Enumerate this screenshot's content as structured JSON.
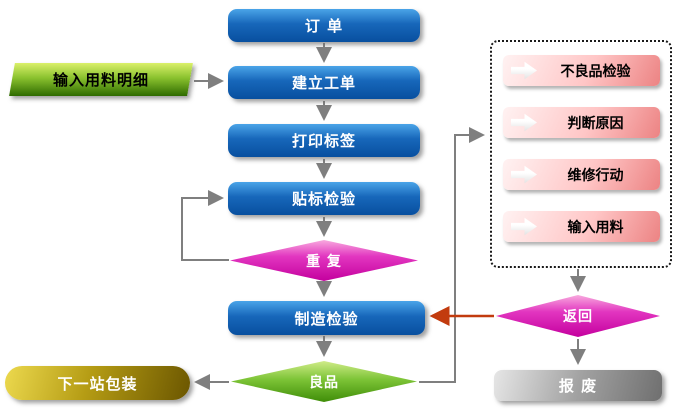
{
  "nodes": {
    "order": {
      "label": "订  单"
    },
    "input_material_details": {
      "label": "输入用料明细"
    },
    "create_work_order": {
      "label": "建立工单"
    },
    "print_label": {
      "label": "打印标签"
    },
    "label_inspection": {
      "label": "贴标检验"
    },
    "repeat": {
      "label": "重  复"
    },
    "manufacturing_inspection": {
      "label": "制造检验"
    },
    "good_product": {
      "label": "良品"
    },
    "next_station_packaging": {
      "label": "下一站包装"
    },
    "return": {
      "label": "返回"
    },
    "scrap": {
      "label": "报  废"
    }
  },
  "repair_steps": [
    {
      "label": "不良品检验"
    },
    {
      "label": "判断原因"
    },
    {
      "label": "维修行动"
    },
    {
      "label": "输入用料"
    }
  ],
  "colors": {
    "process_blue": "#0a57a6",
    "material_green": "#2f6b00",
    "diamond_magenta": "#c4009e",
    "diamond_green": "#3f8d08",
    "banner_pink": "#ec8383",
    "packaging_olive": "#6b5600",
    "scrap_gray": "#6f6f6f",
    "connector_gray": "#7f7f7f",
    "connector_red": "#c23b0e"
  }
}
